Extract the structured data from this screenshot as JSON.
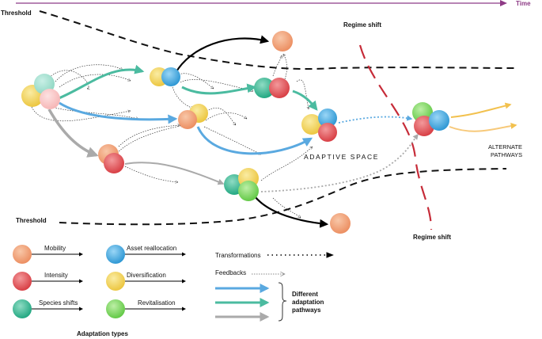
{
  "axis": {
    "time_label": "Time"
  },
  "thresholds": {
    "top_label": "Threshold",
    "bottom_label": "Threshold"
  },
  "regime_shift": {
    "top_label": "Regime shift",
    "bottom_label": "Regime shift"
  },
  "adaptive_space_label": "ADAPTIVE SPACE",
  "alternate_pathways": {
    "line1": "ALTERNATE",
    "line2": "PATHWAYS"
  },
  "legend": {
    "adaptation_types": [
      {
        "label": "Mobility",
        "color": "#f0a27a"
      },
      {
        "label": "Asset reallocation",
        "color": "#4fb1e3"
      },
      {
        "label": "Intensity",
        "color": "#e05a5e"
      },
      {
        "label": "Diversification",
        "color": "#f2d464"
      },
      {
        "label": "Species shifts",
        "color": "#3bb896"
      },
      {
        "label": "Revitalisation",
        "color": "#7fd563"
      }
    ],
    "adaptation_types_title": "Adaptation types",
    "transformations_label": "Transformations",
    "feedbacks_label": "Feedbacks",
    "pathways_label": [
      "Different",
      "adaptation",
      "pathways"
    ],
    "pathway_colors": [
      "#5aa9e0",
      "#4bbba0",
      "#aaaaaa"
    ]
  }
}
